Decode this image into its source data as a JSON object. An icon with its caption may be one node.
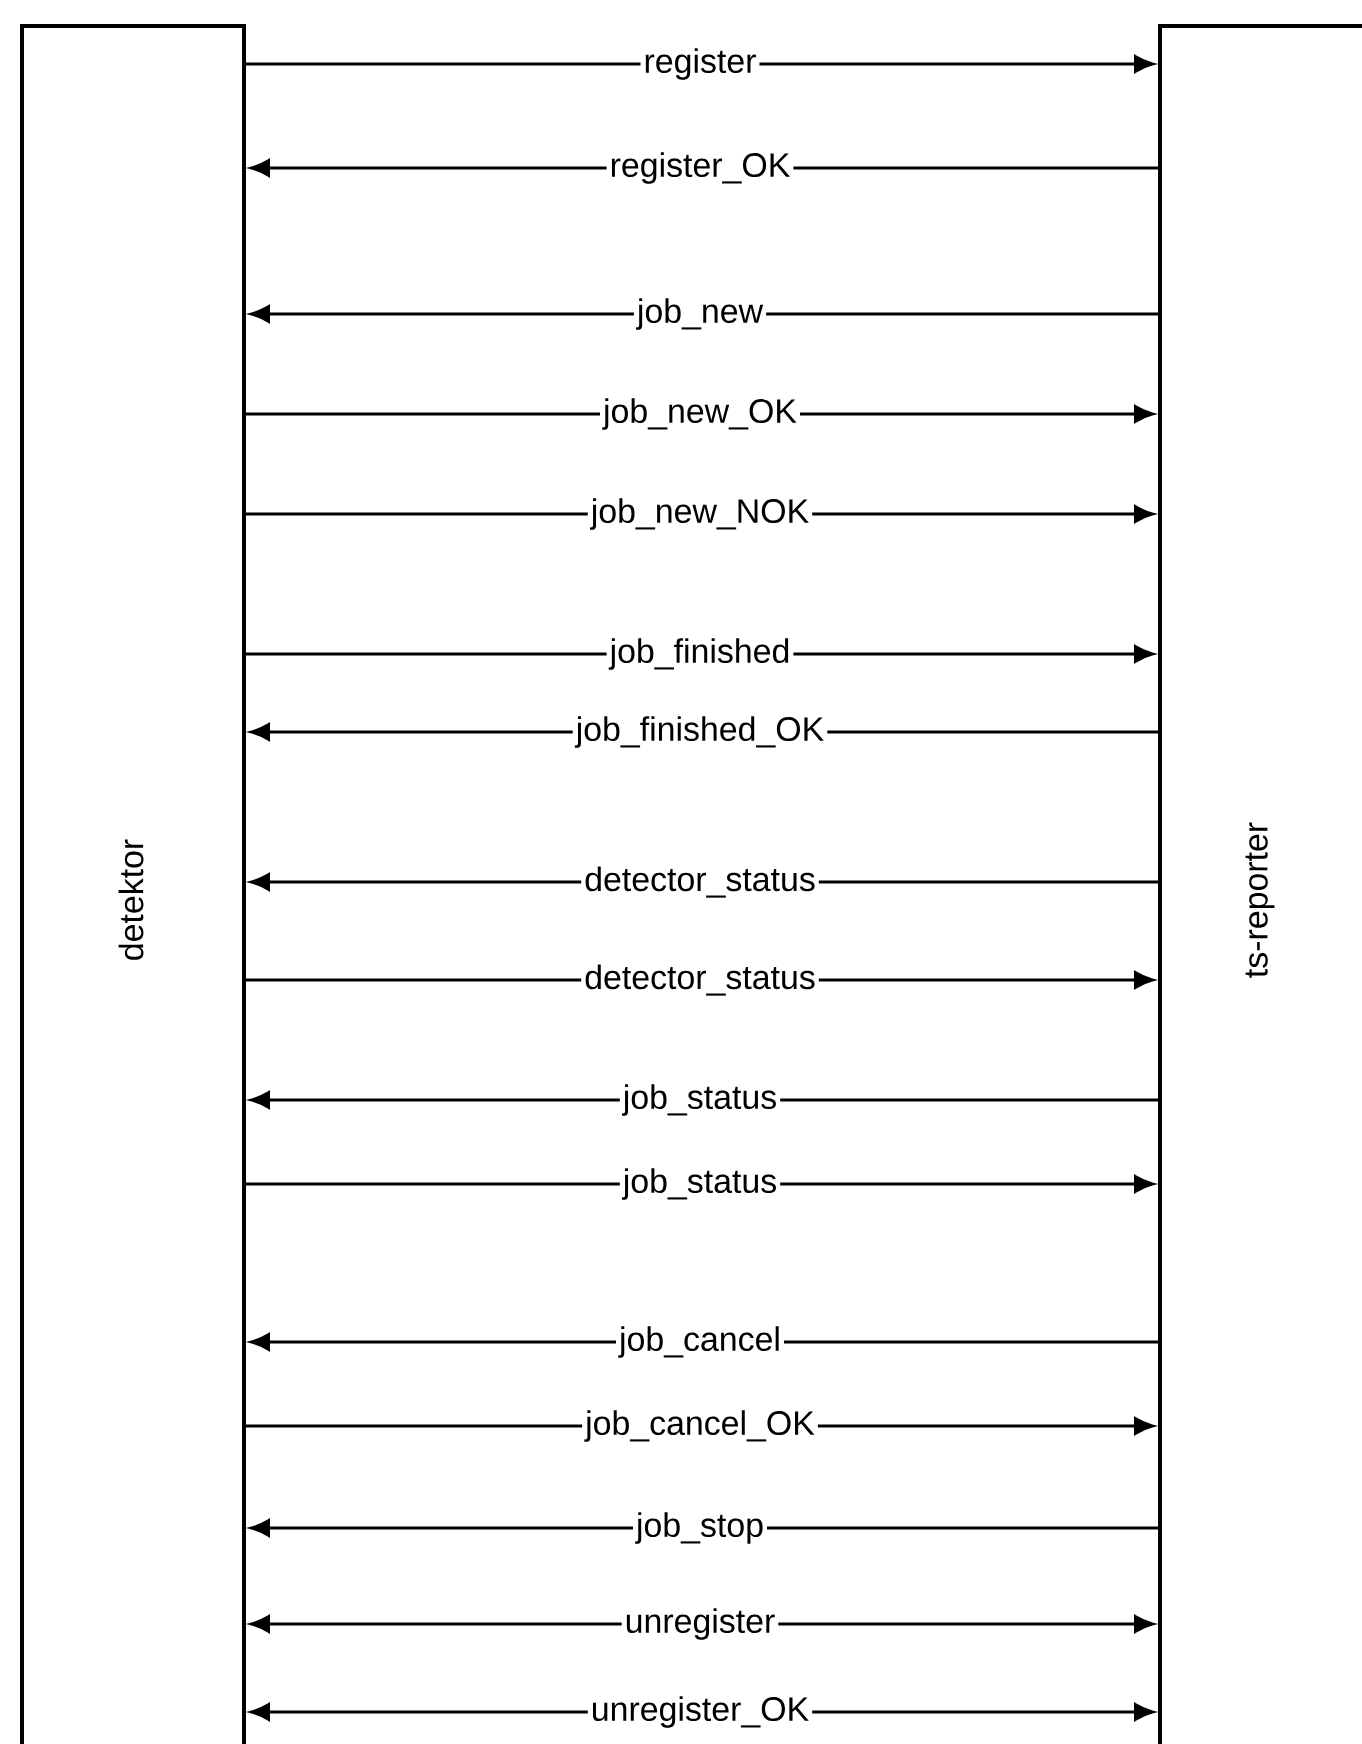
{
  "diagram": {
    "nodes": [
      {
        "text": [
          "detektor"
        ]
      },
      {
        "text": [
          "ts-reporter"
        ]
      }
    ],
    "edges": [
      {
        "from": 0,
        "to": 1,
        "arrow": "to",
        "label": "register"
      },
      {
        "from": 1,
        "to": 0,
        "arrow": "to",
        "label": "register_OK"
      },
      {
        "from": 1,
        "to": 0,
        "arrow": "to",
        "label": "job_new"
      },
      {
        "from": 0,
        "to": 1,
        "arrow": "to",
        "label": "job_new_OK"
      },
      {
        "from": 0,
        "to": 1,
        "arrow": "to",
        "label": "job_new_NOK"
      },
      {
        "from": 0,
        "to": 1,
        "arrow": "to",
        "label": "job_finished"
      },
      {
        "from": 1,
        "to": 0,
        "arrow": "to",
        "label": "job_finished_OK"
      },
      {
        "from": 1,
        "to": 0,
        "arrow": "to",
        "label": "detector_status"
      },
      {
        "from": 0,
        "to": 1,
        "arrow": "to",
        "label": "detector_status"
      },
      {
        "from": 1,
        "to": 0,
        "arrow": "to",
        "label": "job_status"
      },
      {
        "from": 0,
        "to": 1,
        "arrow": "to",
        "label": "job_status"
      },
      {
        "from": 1,
        "to": 0,
        "arrow": "to",
        "label": "job_cancel"
      },
      {
        "from": 0,
        "to": 1,
        "arrow": "to",
        "label": "job_cancel_OK"
      },
      {
        "from": 1,
        "to": 0,
        "arrow": "to",
        "label": "job_stop"
      },
      {
        "from": 0,
        "to": 1,
        "arrow": "both",
        "label": "unregister"
      },
      {
        "from": 0,
        "to": 1,
        "arrow": "both",
        "label": "unregister_OK"
      }
    ]
  }
}
